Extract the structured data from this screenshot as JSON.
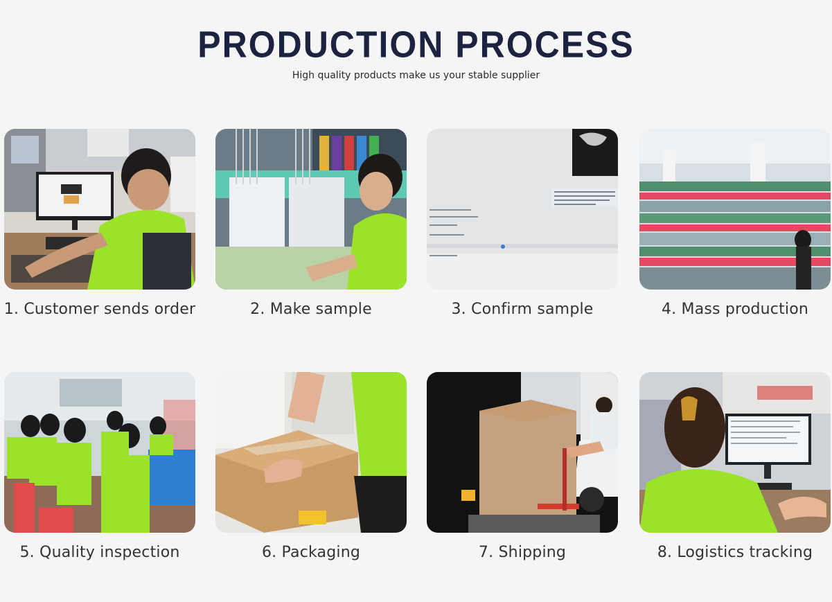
{
  "header": {
    "title": "PRODUCTION PROCESS",
    "subtitle": "High quality products make us your stable supplier"
  },
  "steps": [
    {
      "caption": "1. Customer sends order",
      "image": "photo-office-worker-computer"
    },
    {
      "caption": "2. Make sample",
      "image": "photo-embroidery-machine-sample"
    },
    {
      "caption": "3. Confirm sample",
      "image": "photo-chat-screen-confirmation"
    },
    {
      "caption": "4. Mass production",
      "image": "photo-factory-floor-machines"
    },
    {
      "caption": "5. Quality inspection",
      "image": "photo-workers-inspecting"
    },
    {
      "caption": "6. Packaging",
      "image": "photo-sealing-cardboard-box"
    },
    {
      "caption": "7. Shipping",
      "image": "photo-pallet-loading-truck"
    },
    {
      "caption": "8. Logistics tracking",
      "image": "photo-worker-monitor-tracking"
    }
  ],
  "colors": {
    "title": "#1c2340",
    "background": "#f5f5f5",
    "uniform": "#9be22a"
  }
}
